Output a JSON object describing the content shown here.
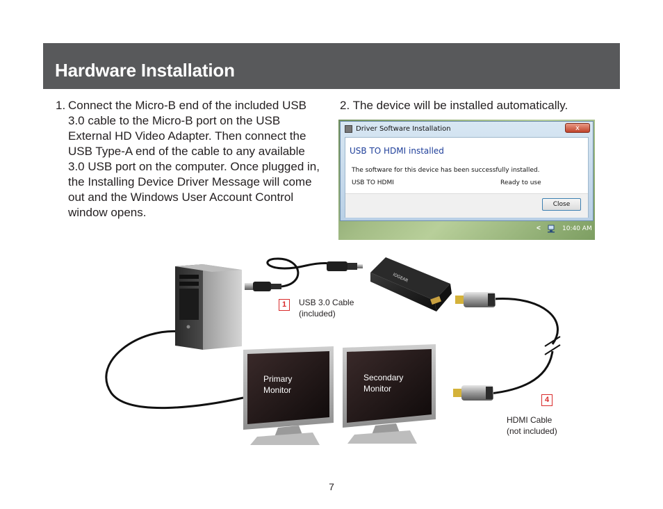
{
  "header": {
    "title": "Hardware Installation"
  },
  "steps": [
    {
      "number": "1.",
      "text": "Connect the Micro-B end of the included USB 3.0 cable to the Micro-B port on the USB External HD Video Adapter.  Then connect the USB Type-A end of the cable to any available 3.0 USB port on the computer.  Once plugged in, the Installing Device Driver Message will come out and the Windows User Account Control window opens."
    },
    {
      "number": "2.",
      "text": "The device will be installed automatically."
    }
  ],
  "dialog": {
    "title": "Driver Software Installation",
    "close_symbol": "x",
    "heading": "USB TO HDMI installed",
    "message": "The software for this device has been successfully installed.",
    "device_name": "USB TO HDMI",
    "device_status": "Ready to use",
    "close_button": "Close",
    "tray_arrow": "<",
    "clock": "10:40 AM"
  },
  "illustration": {
    "callout_1_number": "1",
    "callout_1_label_line1": "USB 3.0 Cable",
    "callout_1_label_line2": "(included)",
    "callout_4_number": "4",
    "callout_4_label_line1": "HDMI Cable",
    "callout_4_label_line2": "(not included)",
    "primary_monitor_line1": "Primary",
    "primary_monitor_line2": "Monitor",
    "secondary_monitor_line1": "Secondary",
    "secondary_monitor_line2": "Monitor",
    "adapter_brand": "IOGEAR"
  },
  "footer": {
    "page_number": "7"
  },
  "colors": {
    "header_bg": "#58595b",
    "callout_red": "#d92b2b"
  }
}
